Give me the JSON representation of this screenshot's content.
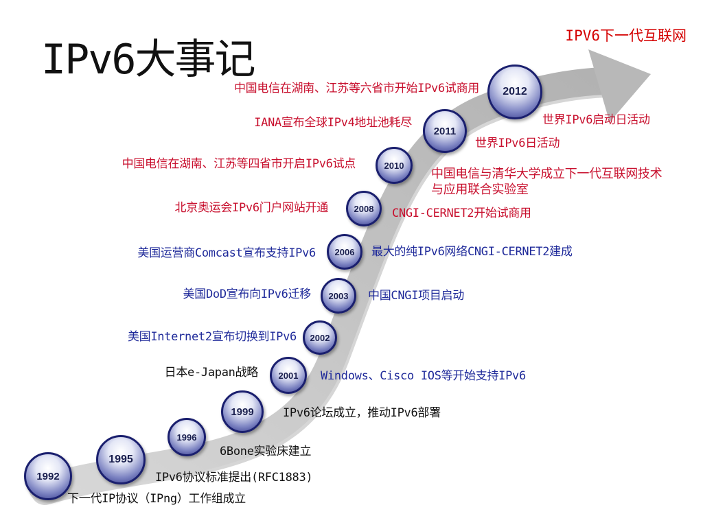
{
  "title": "IPv6大事记",
  "subtitle": "IPV6下一代互联网",
  "colors": {
    "red": "#c8102e",
    "blue": "#1f2a9a",
    "black": "#111111",
    "arrow": "#bdbdbd"
  },
  "timeline": [
    {
      "year": "1992",
      "events": [
        {
          "text": "下一代IP协议（IPng）工作组成立",
          "color": "black"
        }
      ]
    },
    {
      "year": "1995",
      "events": [
        {
          "text": "IPv6协议标准提出(RFC1883)",
          "color": "black"
        }
      ]
    },
    {
      "year": "1996",
      "events": [
        {
          "text": "6Bone实验床建立",
          "color": "black"
        }
      ]
    },
    {
      "year": "1999",
      "events": [
        {
          "text": "IPv6论坛成立，推动IPv6部署",
          "color": "black"
        }
      ]
    },
    {
      "year": "2001",
      "events": [
        {
          "text": "日本e-Japan战略",
          "color": "black"
        },
        {
          "text": "Windows、Cisco IOS等开始支持IPv6",
          "color": "blue"
        }
      ]
    },
    {
      "year": "2002",
      "events": [
        {
          "text": "美国Internet2宣布切换到IPv6",
          "color": "blue"
        }
      ]
    },
    {
      "year": "2003",
      "events": [
        {
          "text": "美国DoD宣布向IPv6迁移",
          "color": "blue"
        },
        {
          "text": "中国CNGI项目启动",
          "color": "blue"
        }
      ]
    },
    {
      "year": "2006",
      "events": [
        {
          "text": "美国运营商Comcast宣布支持IPv6",
          "color": "blue"
        },
        {
          "text": "最大的纯IPv6网络CNGI-CERNET2建成",
          "color": "blue"
        }
      ]
    },
    {
      "year": "2008",
      "events": [
        {
          "text": "北京奥运会IPv6门户网站开通",
          "color": "red"
        },
        {
          "text": "CNGI-CERNET2开始试商用",
          "color": "red"
        }
      ]
    },
    {
      "year": "2010",
      "events": [
        {
          "text": "中国电信在湖南、江苏等四省市开启IPv6试点",
          "color": "red"
        },
        {
          "text": "中国电信与清华大学成立下一代互联网技术与应用联合实验室",
          "color": "red"
        }
      ]
    },
    {
      "year": "2011",
      "events": [
        {
          "text": "IANA宣布全球IPv4地址池耗尽",
          "color": "red"
        },
        {
          "text": "世界IPv6日活动",
          "color": "red"
        }
      ]
    },
    {
      "year": "2012",
      "events": [
        {
          "text": "中国电信在湖南、江苏等六省市开始IPv6试商用",
          "color": "red"
        },
        {
          "text": "世界IPv6启动日活动",
          "color": "red"
        }
      ]
    }
  ]
}
